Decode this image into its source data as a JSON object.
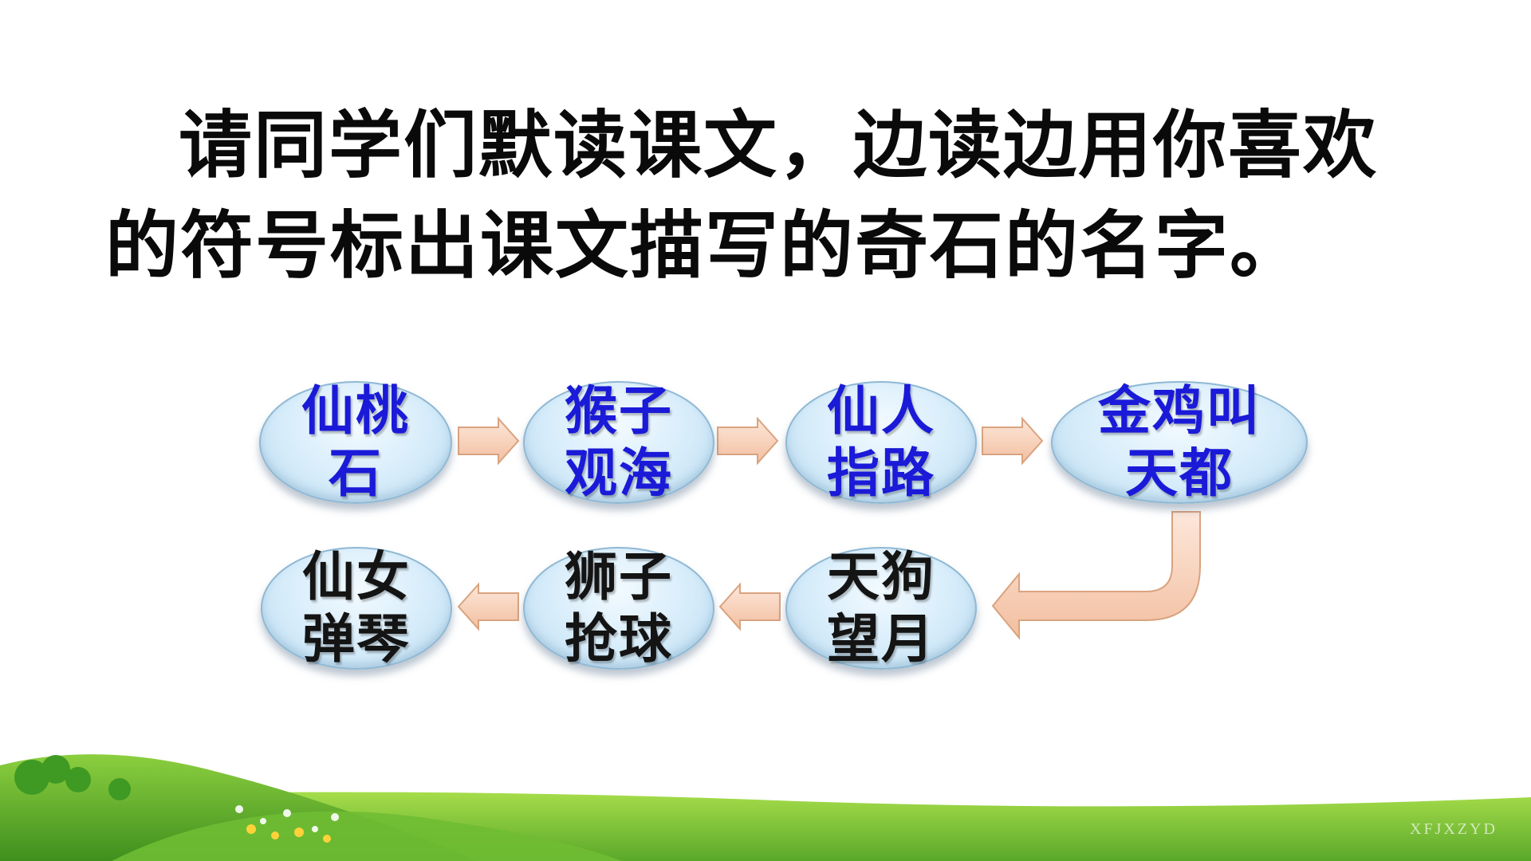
{
  "instruction": {
    "text": "请同学们默读课文，边读边用你喜欢的符号标出课文描写的奇石的名字。"
  },
  "flow": {
    "top_row": [
      {
        "line1": "仙桃",
        "line2": "石"
      },
      {
        "line1": "猴子",
        "line2": "观海"
      },
      {
        "line1": "仙人",
        "line2": "指路"
      },
      {
        "line1": "金鸡叫",
        "line2": "天都"
      }
    ],
    "bottom_row": [
      {
        "line1": "仙女",
        "line2": "弹琴"
      },
      {
        "line1": "狮子",
        "line2": "抢球"
      },
      {
        "line1": "天狗",
        "line2": "望月"
      }
    ]
  },
  "colors": {
    "top_row_text": "#1a1ad8",
    "bottom_row_text": "#141414",
    "arrow_fill": "#f7d3bd",
    "arrow_stroke": "#d9a37f",
    "grass": "#7cc33c"
  },
  "footer": {
    "watermark": "XFJXZYD"
  }
}
